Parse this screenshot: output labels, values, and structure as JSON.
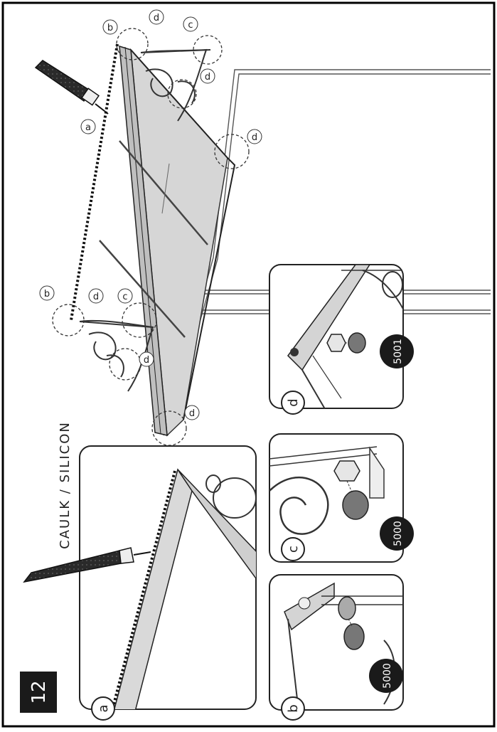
{
  "step": {
    "number": "12"
  },
  "instruction": {
    "text": "CAULK / SILICON"
  },
  "callouts": {
    "a": "a",
    "b": "b",
    "c": "c",
    "d": "d"
  },
  "part_numbers": {
    "detail_b": "5000",
    "detail_c": "5000",
    "detail_d": "5001"
  }
}
